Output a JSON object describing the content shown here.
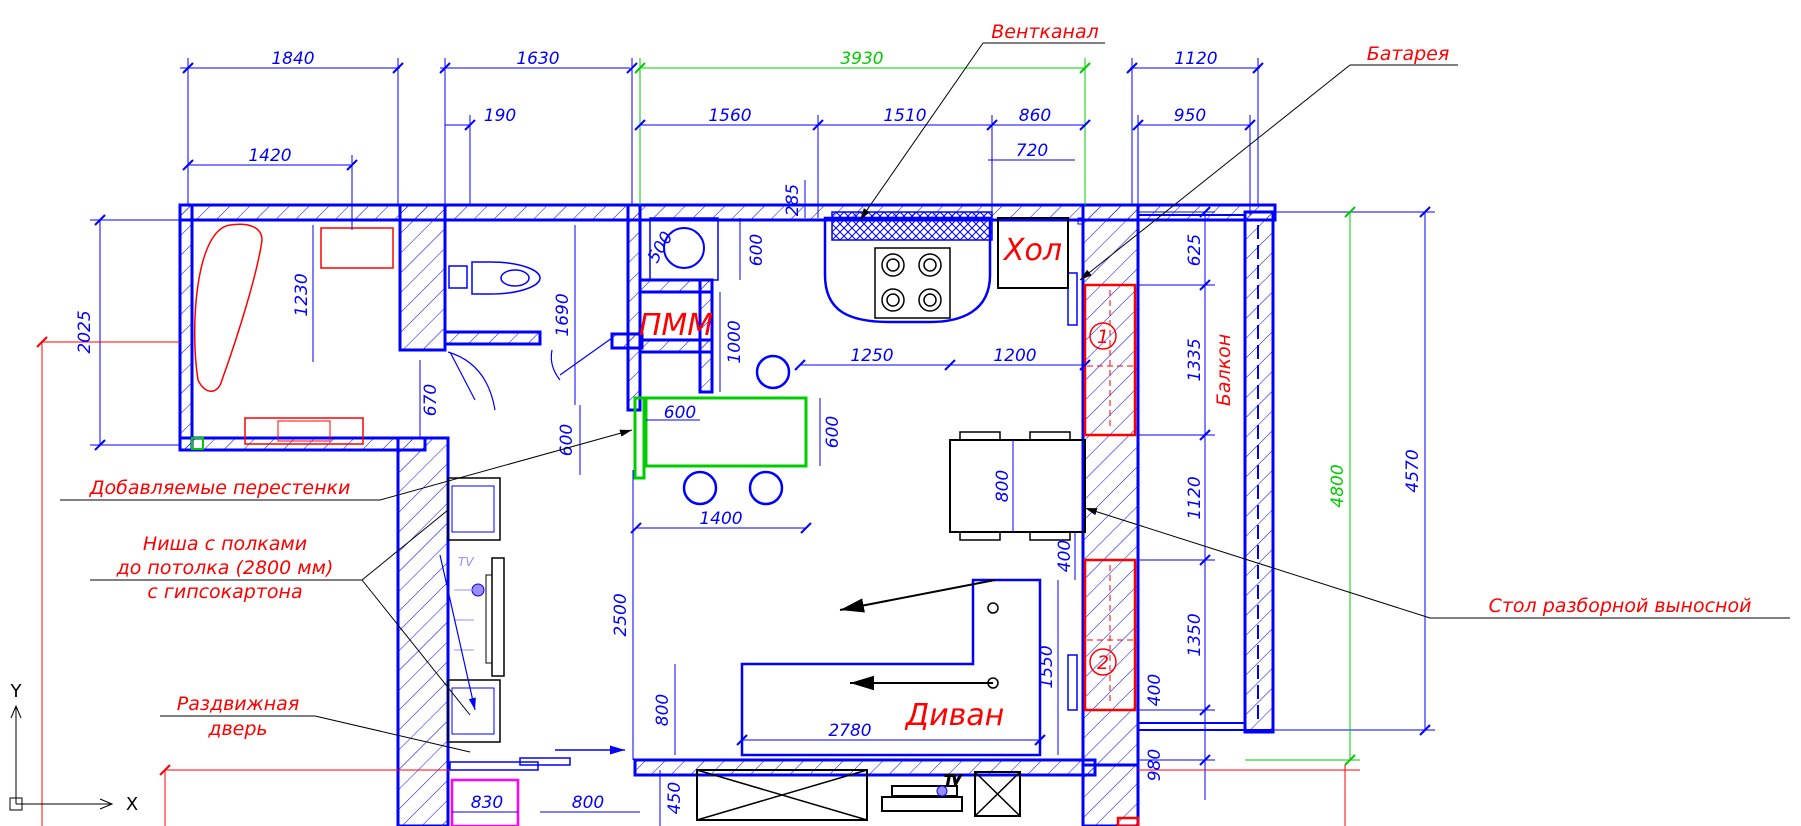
{
  "canvas": {
    "background": "#ffffff"
  },
  "colors": {
    "wall": "#0000ff",
    "annotation": "#ff0000",
    "overall_dim": "#00cc00",
    "new_wall": "#00cc00",
    "tv": "#9b8cff",
    "hatch": "#0000ff"
  },
  "dimensions": {
    "top_1840": "1840",
    "top_1630": "1630",
    "top_3930": "3930",
    "top_1120": "1120",
    "d_190": "190",
    "d_1560": "1560",
    "d_1510": "1510",
    "d_860": "860",
    "d_950": "950",
    "d_720": "720",
    "d_1420": "1420",
    "d_285": "285",
    "d_500": "500",
    "d_600_sink": "600",
    "d_2025": "2025",
    "d_1230": "1230",
    "d_1690": "1690",
    "d_1000": "1000",
    "d_670": "670",
    "d_600_bar": "600",
    "d_600_bar_h": "600",
    "d_600_side": "600",
    "d_1250": "1250",
    "d_1200": "1200",
    "d_800_table": "800",
    "d_1400": "1400",
    "d_400": "400",
    "d_2500": "2500",
    "d_1550": "1550",
    "d_800_sofa": "800",
    "d_2780": "2780",
    "d_625": "625",
    "d_1335": "1335",
    "d_1120_r": "1120",
    "d_1350": "1350",
    "d_400_r": "400",
    "d_980": "980",
    "d_4800": "4800",
    "d_4570": "4570",
    "d_450": "450",
    "d_830": "830",
    "d_800_bottom": "800"
  },
  "labels": {
    "vent": "Вентканал",
    "battery": "Батарея",
    "fridge": "Хол",
    "dishwasher": "ПММ",
    "balcony": "Балкон",
    "new_walls": "Добавляемые перестенки",
    "niche_line1": "Ниша с полками",
    "niche_line2": "до потолка (2800 мм)",
    "niche_line3": "с гипсокартона",
    "table": "Стол разборной выносной",
    "sliding_line1": "Раздвижная",
    "sliding_line2": "дверь",
    "sofa": "Диван",
    "marker_1": "1",
    "marker_2": "2",
    "tv_1": "TV",
    "tv_2": "TV"
  },
  "ucs": {
    "x_label": "X",
    "y_label": "Y"
  }
}
